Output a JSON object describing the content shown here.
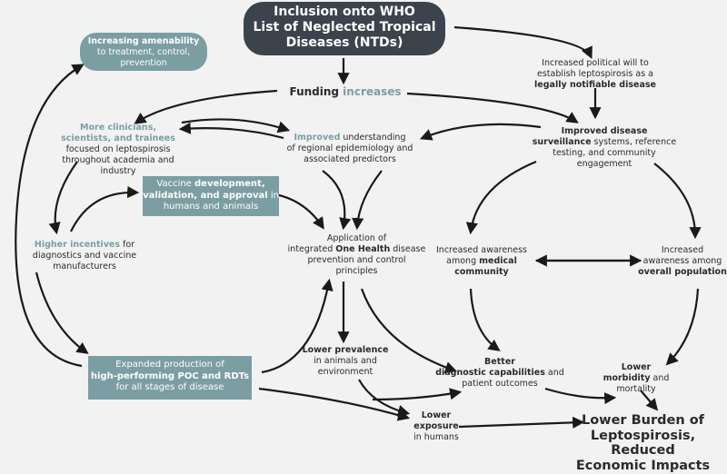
{
  "who": {
    "line1": "Inclusion onto WHO",
    "line2": "List of Neglected Tropical",
    "line3": "Diseases (NTDs)"
  },
  "amenability": {
    "bold": "Increasing amenability",
    "rest1": "to treatment, control,",
    "rest2": "prevention"
  },
  "funding": {
    "a": "Funding ",
    "b": "increases"
  },
  "political": {
    "line1": "Increased political will to",
    "line2": "establish leptospirosis as a",
    "bold": "legally notifiable disease"
  },
  "clinicians": {
    "bold1": "More clinicians,",
    "bold2": "scientists, and trainees",
    "rest1": "focused on leptospirosis",
    "rest2": "throughout academia and",
    "rest3": "industry"
  },
  "improved": {
    "word": "Improved",
    "rest1": " understanding",
    "rest2": "of regional epidemiology and",
    "rest3": "associated predictors"
  },
  "surveillance": {
    "bold1": "Improved disease",
    "bold2": "surveillance",
    "rest1": " systems, reference",
    "rest2": "testing, and community",
    "rest3": "engagement"
  },
  "vaccine": {
    "pre": "Vaccine ",
    "bold1": "development,",
    "bold2": "validation, and approval",
    "post": " in",
    "rest": "humans and animals"
  },
  "incentives": {
    "bold": "Higher incentives",
    "rest1": " for",
    "rest2": "diagnostics and vaccine",
    "rest3": "manufacturers"
  },
  "onehealth": {
    "line1": "Application of",
    "pre": "integrated ",
    "bold": "One Health",
    "post": " disease",
    "line3": "prevention and control",
    "line4": "principles"
  },
  "medical": {
    "line1": "Increased awareness",
    "pre": "among ",
    "bold1": "medical",
    "bold2": "community"
  },
  "population": {
    "line1": "Increased",
    "line2": "awareness among",
    "bold": "overall population"
  },
  "poc": {
    "line1": "Expanded production of",
    "bold": "high-performing POC and RDTs",
    "line3": "for all stages of disease"
  },
  "prevalence": {
    "bold": "Lower prevalence",
    "rest1": "in animals and",
    "rest2": "environment"
  },
  "diagnostic": {
    "bold1": "Better",
    "bold2": "diagnostic capabilities",
    "post": " and",
    "rest": "patient outcomes"
  },
  "morbidity": {
    "bold1": "Lower",
    "bold2": "morbidity",
    "post": " and",
    "rest": "mortality"
  },
  "exposure": {
    "bold": "Lower exposure",
    "rest": "in humans"
  },
  "burden": {
    "line1": "Lower Burden of",
    "line2": "Leptospirosis, Reduced",
    "line3": "Economic Impacts"
  },
  "colors": {
    "dark": "#3c434c",
    "teal": "#7b9ea3",
    "arrow": "#1a1a1a",
    "background": "#f2f2f2"
  }
}
